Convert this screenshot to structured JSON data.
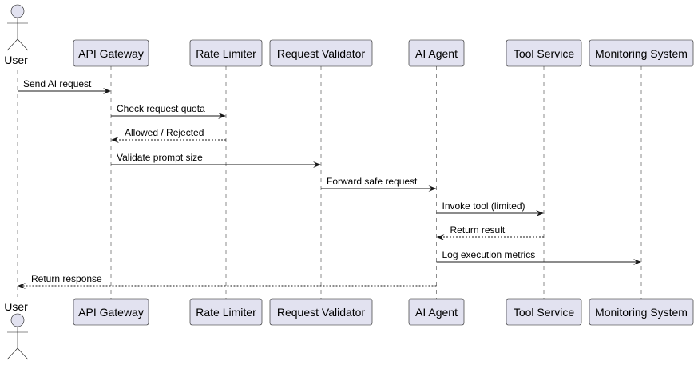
{
  "actor": {
    "name": "User"
  },
  "participants": [
    {
      "id": "gateway",
      "label": "API Gateway"
    },
    {
      "id": "limiter",
      "label": "Rate Limiter"
    },
    {
      "id": "validator",
      "label": "Request Validator"
    },
    {
      "id": "agent",
      "label": "AI Agent"
    },
    {
      "id": "tool",
      "label": "Tool Service"
    },
    {
      "id": "monitor",
      "label": "Monitoring System"
    }
  ],
  "messages": [
    {
      "from": "user",
      "to": "gateway",
      "label": "Send AI request",
      "style": "solid"
    },
    {
      "from": "gateway",
      "to": "limiter",
      "label": "Check request quota",
      "style": "solid"
    },
    {
      "from": "limiter",
      "to": "gateway",
      "label": "Allowed / Rejected",
      "style": "dashed"
    },
    {
      "from": "gateway",
      "to": "validator",
      "label": "Validate prompt size",
      "style": "solid"
    },
    {
      "from": "validator",
      "to": "agent",
      "label": "Forward safe request",
      "style": "solid"
    },
    {
      "from": "agent",
      "to": "tool",
      "label": "Invoke tool (limited)",
      "style": "solid"
    },
    {
      "from": "tool",
      "to": "agent",
      "label": "Return result",
      "style": "dashed"
    },
    {
      "from": "agent",
      "to": "monitor",
      "label": "Log execution metrics",
      "style": "solid"
    },
    {
      "from": "agent",
      "to": "user",
      "label": "Return response",
      "style": "dashed"
    }
  ]
}
